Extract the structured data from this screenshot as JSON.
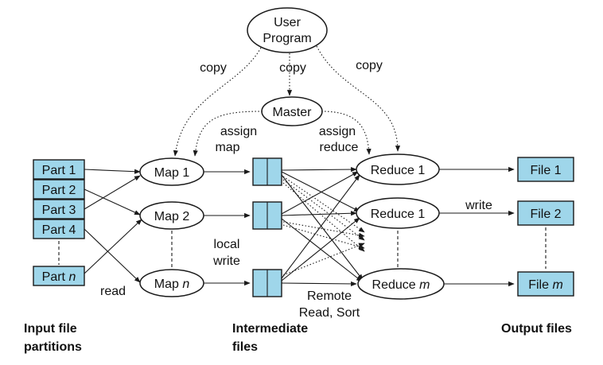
{
  "user_program": {
    "line1": "User",
    "line2": "Program"
  },
  "master": "Master",
  "copy_labels": [
    "copy",
    "copy",
    "copy"
  ],
  "assign_map": {
    "line1": "assign",
    "line2": "map"
  },
  "assign_reduce": {
    "line1": "assign",
    "line2": "reduce"
  },
  "parts": [
    "Part 1",
    "Part 2",
    "Part 3",
    "Part 4"
  ],
  "part_n": {
    "prefix": "Part ",
    "var": "n"
  },
  "maps": {
    "map1": "Map 1",
    "map2": "Map 2",
    "mapn_prefix": "Map ",
    "mapn_var": "n"
  },
  "reduces": {
    "r1": "Reduce 1",
    "r2": "Reduce 1",
    "rm_prefix": "Reduce ",
    "rm_var": "m"
  },
  "files": {
    "f1": "File 1",
    "f2": "File 2",
    "fm_prefix": "File ",
    "fm_var": "m"
  },
  "read_label": "read",
  "local_write": {
    "line1": "local",
    "line2": "write"
  },
  "write_label": "write",
  "remote_read": {
    "line1": "Remote",
    "line2": "Read, Sort"
  },
  "captions": {
    "input": {
      "line1": "Input file",
      "line2": "partitions"
    },
    "intermediate": {
      "line1": "Intermediate",
      "line2": "files"
    },
    "output": "Output files"
  }
}
